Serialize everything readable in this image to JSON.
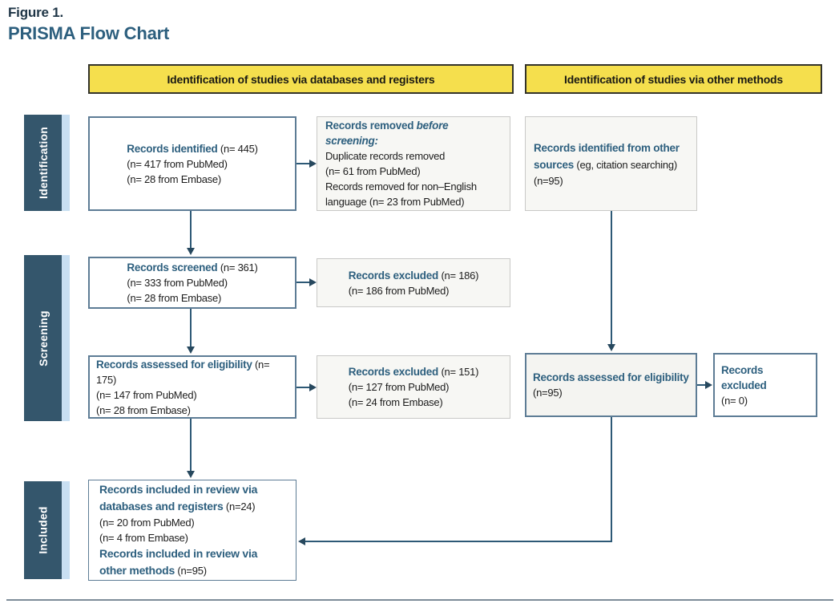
{
  "title": {
    "figure_label": "Figure 1.",
    "chart_title": "PRISMA Flow Chart"
  },
  "column_headers": {
    "databases": "Identification of studies via databases and registers",
    "other_methods": "Identification of studies via other methods"
  },
  "stages": {
    "identification": "Identification",
    "screening": "Screening",
    "included": "Included"
  },
  "boxes": {
    "records_identified": {
      "heading": "Records identified",
      "n": "(n= 445)",
      "details": [
        "(n= 417 from PubMed)",
        "(n= 28 from Embase)"
      ]
    },
    "records_removed": {
      "heading": "Records removed",
      "heading_italic": "before screening:",
      "details": [
        "Duplicate records removed",
        "(n= 61 from PubMed)",
        "Records removed for non–English",
        "language (n= 23 from PubMed)"
      ]
    },
    "records_other_sources": {
      "heading": "Records identified from other sources",
      "suffix": "(eg, citation searching)",
      "n": "(n=95)"
    },
    "records_screened": {
      "heading": "Records screened",
      "n": "(n= 361)",
      "details": [
        "(n= 333 from PubMed)",
        "(n= 28 from Embase)"
      ]
    },
    "records_excluded_screening": {
      "heading": "Records excluded",
      "n": "(n= 186)",
      "details": [
        "(n= 186 from PubMed)"
      ]
    },
    "records_assessed": {
      "heading": "Records assessed for eligibility",
      "n": "(n= 175)",
      "details": [
        "(n= 147 from PubMed)",
        "(n= 28 from Embase)"
      ]
    },
    "records_excluded_eligibility": {
      "heading": "Records excluded",
      "n": "(n= 151)",
      "details": [
        "(n= 127 from PubMed)",
        "(n= 24 from Embase)"
      ]
    },
    "records_assessed_other": {
      "heading": "Records assessed for eligibility",
      "n": "(n=95)"
    },
    "records_excluded_other": {
      "heading": "Records excluded",
      "n": "(n= 0)"
    },
    "records_included": {
      "group1_heading": "Records included in review via databases and registers",
      "group1_n": "(n=24)",
      "group1_details": [
        "(n= 20 from PubMed)",
        "(n= 4 from Embase)"
      ],
      "group2_heading": "Records included in review via other methods",
      "group2_n": "(n=95)"
    }
  },
  "colors": {
    "header_yellow": "#f5df4d",
    "sidebar_dark_blue": "#34566c",
    "sidebar_light_blue": "#c8dff2",
    "heading_blue": "#2d5f7e",
    "box_border_blue": "#5d7c95",
    "arrow_navy": "#27485e",
    "light_box_fill": "#f7f7f4"
  }
}
